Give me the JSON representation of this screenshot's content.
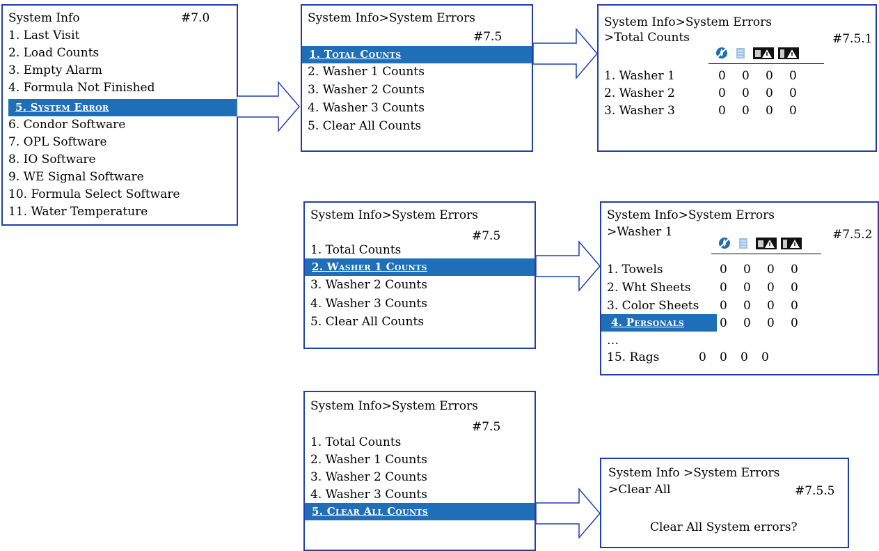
{
  "screens": {
    "s70": {
      "code": "#7.0",
      "lines": [
        "System Info",
        "1. Last Visit",
        "2. Load Counts",
        "3. Empty Alarm",
        "4. Formula Not Finished",
        "",
        "6. Condor Software",
        "7. OPL Software",
        "8. IO Software",
        "9. WE Signal Software",
        "10. Formula Select Software",
        "11. Water Temperature"
      ],
      "selected": "5. System Error"
    },
    "s75a": {
      "title": "System Info>System Errors",
      "code": "#7.5",
      "selected": "1. Total Counts",
      "lines": [
        "2. Washer 1 Counts",
        "3. Washer 2 Counts",
        "4. Washer 3 Counts",
        "5. Clear All  Counts"
      ]
    },
    "s751": {
      "title": "System Info>System Errors",
      "subtitle": ">Total Counts",
      "code": "#7.5.1",
      "rows": [
        {
          "label": "1. Washer 1",
          "vals": [
            "0",
            "0",
            "0",
            "0"
          ]
        },
        {
          "label": "2. Washer 2",
          "vals": [
            "0",
            "0",
            "0",
            "0"
          ]
        },
        {
          "label": "3. Washer 3",
          "vals": [
            "0",
            "0",
            "0",
            "0"
          ]
        }
      ]
    },
    "s75b": {
      "title": "System Info>System Errors",
      "code": "#7.5",
      "line1": "1. Total Counts",
      "selected": "2. Washer 1 Counts",
      "lines": [
        "3. Washer 2 Counts",
        "4. Washer 3 Counts",
        "5. Clear All  Counts"
      ]
    },
    "s752": {
      "title": "System Info>System Errors",
      "subtitle": ">Washer 1",
      "code": "#7.5.2",
      "rows": [
        {
          "label": "1. Towels",
          "vals": [
            "0",
            "0",
            "0",
            "0"
          ]
        },
        {
          "label": "2. Wht Sheets",
          "vals": [
            "0",
            "0",
            "0",
            "0"
          ]
        },
        {
          "label": "3. Color Sheets",
          "vals": [
            "0",
            "0",
            "0",
            "0"
          ]
        }
      ],
      "selected": "4. Personals",
      "selected_vals": [
        "0",
        "0",
        "0",
        "0"
      ],
      "ellipsis": "…",
      "last": {
        "label": "15. Rags",
        "vals": [
          "0",
          "0",
          "0",
          "0"
        ]
      }
    },
    "s75c": {
      "title": "System Info>System Errors",
      "code": "#7.5",
      "lines": [
        "1. Total Counts",
        "2. Washer 1 Counts",
        "3. Washer 2 Counts",
        "4. Washer 3 Counts"
      ],
      "selected": "5. Clear All  Counts"
    },
    "s755": {
      "title": "System Info >System Errors",
      "subtitle": ">Clear All",
      "code": "#7.5.5",
      "question": "Clear All System errors?"
    }
  },
  "icons": [
    "no-water-icon",
    "detergent-icon",
    "washer-alarm-icon",
    "chemical-alarm-icon"
  ],
  "colors": {
    "border": "#1f3fb0",
    "highlight": "#1f6fb8",
    "arrow": "#1f3fb0"
  }
}
